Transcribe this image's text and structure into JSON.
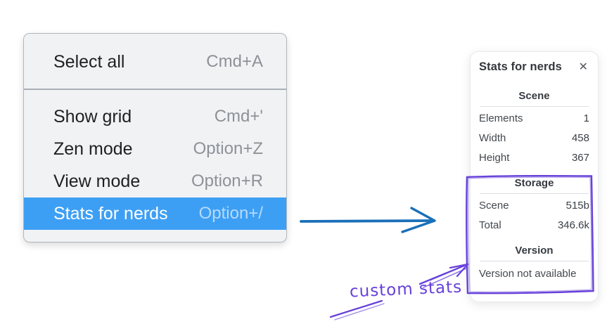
{
  "colors": {
    "menu_highlight_blue": "#3d9ff4",
    "arrow_blue": "#1a6fb8",
    "annotation_purple": "#6741d9",
    "menu_background": "#f1f2f4",
    "panel_background": "#ffffff"
  },
  "menu": {
    "groups": [
      {
        "items": [
          {
            "label": "Select all",
            "shortcut": "Cmd+A",
            "highlighted": false
          }
        ]
      },
      {
        "items": [
          {
            "label": "Show grid",
            "shortcut": "Cmd+'",
            "highlighted": false
          },
          {
            "label": "Zen mode",
            "shortcut": "Option+Z",
            "highlighted": false
          },
          {
            "label": "View mode",
            "shortcut": "Option+R",
            "highlighted": false
          },
          {
            "label": "Stats for nerds",
            "shortcut": "Option+/",
            "highlighted": true
          }
        ]
      }
    ]
  },
  "stats_panel": {
    "title": "Stats for nerds",
    "close_icon": "✕",
    "sections": [
      {
        "heading": "Scene",
        "rows": [
          {
            "label": "Elements",
            "value": "1"
          },
          {
            "label": "Width",
            "value": "458"
          },
          {
            "label": "Height",
            "value": "367"
          }
        ]
      },
      {
        "heading": "Storage",
        "rows": [
          {
            "label": "Scene",
            "value": "515b"
          },
          {
            "label": "Total",
            "value": "346.6k"
          }
        ]
      },
      {
        "heading": "Version",
        "note": "Version not available"
      }
    ]
  },
  "annotation": {
    "label": "custom stats"
  }
}
